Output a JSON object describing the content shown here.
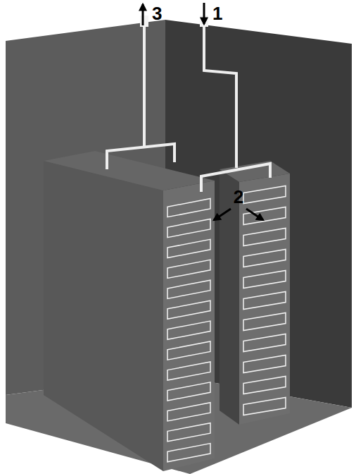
{
  "diagram": {
    "labels": [
      "3",
      "1",
      "2"
    ]
  }
}
